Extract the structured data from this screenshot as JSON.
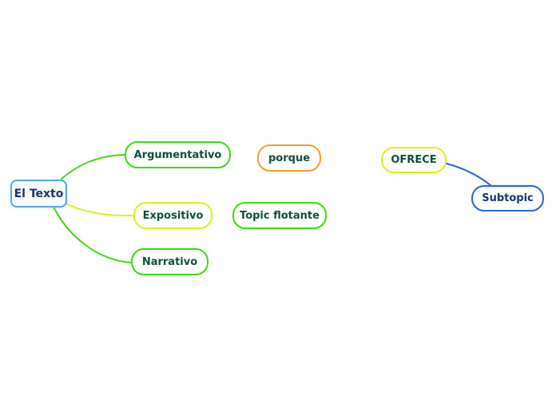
{
  "app": {
    "view": "mind-map-canvas",
    "background": "#ffffff"
  },
  "colors": {
    "green": "#3fd90f",
    "yellow_green": "#ddef1c",
    "orange": "#f0a028",
    "light_blue": "#57a7e8",
    "blue": "#2a62d9",
    "navy_text": "#17366e",
    "dark_green_text": "#0d4f3f"
  },
  "nodes": {
    "el_texto": {
      "label": "El Texto",
      "border_color": "#57a7e8",
      "text_color": "#17366e",
      "role": "root-topic"
    },
    "argumentativo": {
      "label": "Argumentativo",
      "border_color": "#3fd90f",
      "text_color": "#0d4f3f",
      "role": "subtopic"
    },
    "expositivo": {
      "label": "Expositivo",
      "border_color": "#ddef1c",
      "text_color": "#0d4f3f",
      "role": "subtopic"
    },
    "narrativo": {
      "label": "Narrativo",
      "border_color": "#3fd90f",
      "text_color": "#0d4f3f",
      "role": "subtopic"
    },
    "porque": {
      "label": "porque",
      "border_color": "#f0a028",
      "text_color": "#0d4f3f",
      "role": "floating-topic"
    },
    "topic_flotante": {
      "label": "Topic flotante",
      "border_color": "#3fd90f",
      "text_color": "#0d4f3f",
      "role": "floating-topic"
    },
    "ofrece": {
      "label": "OFRECE",
      "border_color": "#ddef1c",
      "text_color": "#0d4f3f",
      "role": "floating-topic"
    },
    "subtopic": {
      "label": "Subtopic",
      "border_color": "#2a62d9",
      "text_color": "#17366e",
      "role": "subtopic"
    }
  },
  "edges": [
    {
      "from": "el_texto",
      "to": "argumentativo",
      "color": "#3fd90f"
    },
    {
      "from": "el_texto",
      "to": "expositivo",
      "color": "#ddef1c"
    },
    {
      "from": "el_texto",
      "to": "narrativo",
      "color": "#3fd90f"
    },
    {
      "from": "ofrece",
      "to": "subtopic",
      "color": "#2a62d9"
    }
  ]
}
